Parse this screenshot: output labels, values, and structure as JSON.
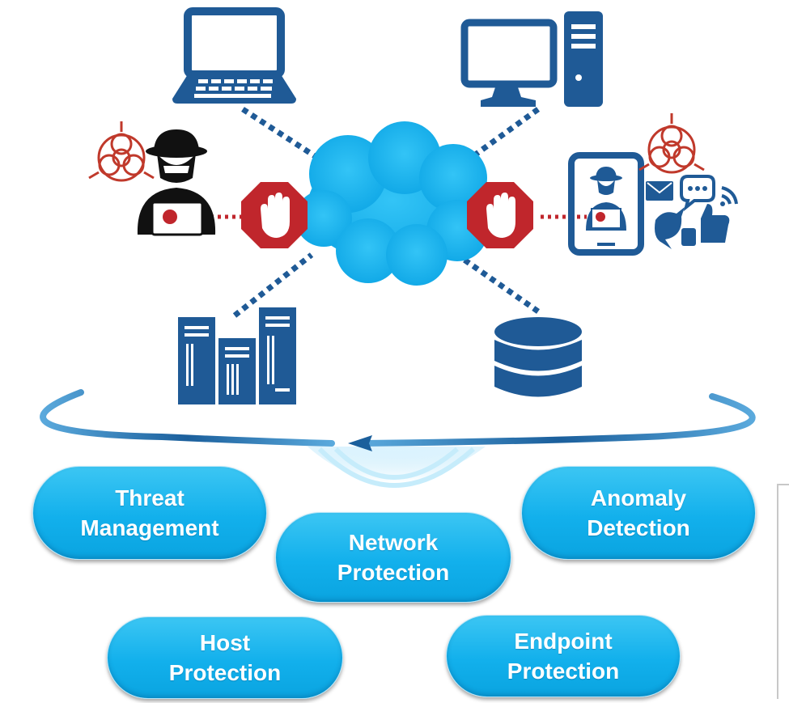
{
  "colors": {
    "device": "#1f5a96",
    "cloud": "#1ab4ef",
    "stop_sign": "#c0262c",
    "threat_line": "#c0262c",
    "biohazard": "#c0392b",
    "hacker": "#111111",
    "pill": "#12b0ec",
    "ring": "#1f6ea8"
  },
  "icons": {
    "laptop": "laptop-icon",
    "desktop": "desktop-computer-icon",
    "servers": "server-rack-icon",
    "database": "database-icon",
    "cloud": "cloud-icon",
    "stop_hand": "stop-hand-icon",
    "hacker": "hacker-icon",
    "biohazard": "biohazard-icon",
    "tablet": "tablet-icon",
    "social": "social-media-icon"
  },
  "capabilities": {
    "threat": {
      "line1": "Threat",
      "line2": "Management"
    },
    "anomaly": {
      "line1": "Anomaly",
      "line2": "Detection"
    },
    "network": {
      "line1": "Network",
      "line2": "Protection"
    },
    "host": {
      "line1": "Host",
      "line2": "Protection"
    },
    "endpoint": {
      "line1": "Endpoint",
      "line2": "Protection"
    }
  }
}
